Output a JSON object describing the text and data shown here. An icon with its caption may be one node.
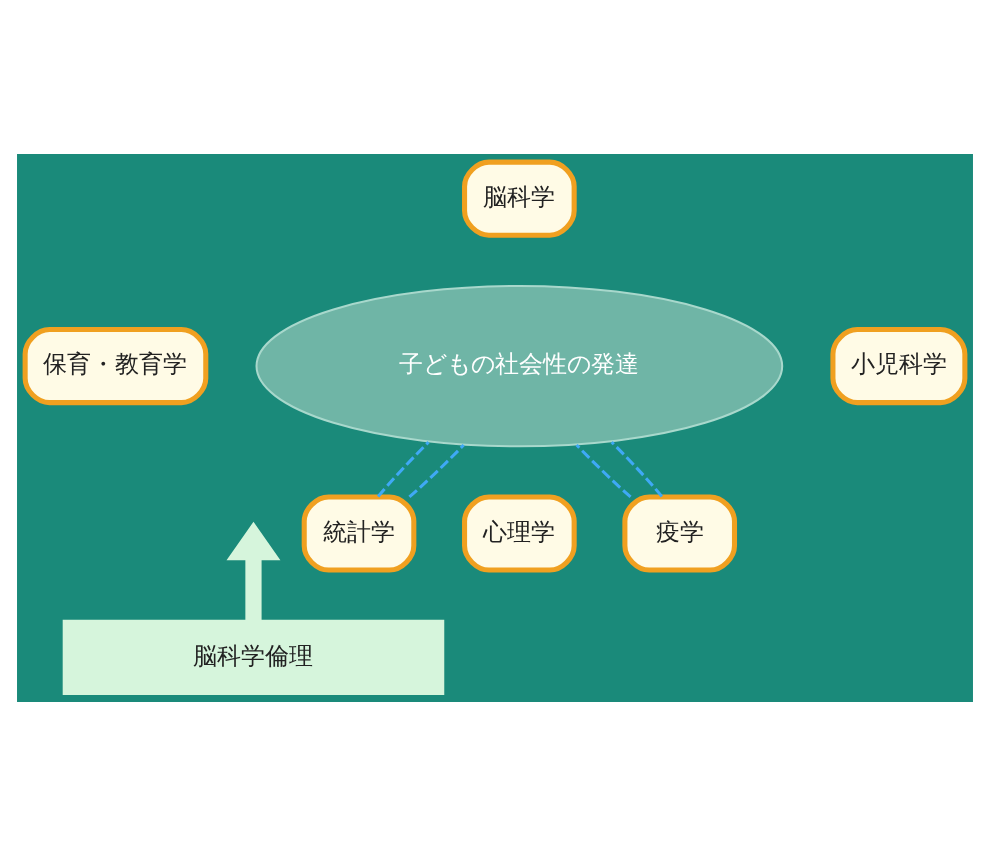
{
  "diagram": {
    "nodes": [
      {
        "text": [
          "子どもの社会性の発達"
        ]
      },
      {
        "text": [
          "脳科学"
        ]
      },
      {
        "text": [
          "保育・教育学"
        ]
      },
      {
        "text": [
          "小児科学"
        ]
      },
      {
        "text": [
          "心理学"
        ]
      },
      {
        "text": [
          "統計学"
        ]
      },
      {
        "text": [
          "疫学"
        ]
      },
      {
        "text": [
          "脳科学倫理"
        ]
      }
    ],
    "edges": [
      {
        "from": 5,
        "to": 0,
        "arrow": "none",
        "style": "dashed",
        "color": "#3fa9f5"
      },
      {
        "from": 5,
        "to": 0,
        "arrow": "none",
        "style": "dashed",
        "color": "#3fa9f5"
      },
      {
        "from": 6,
        "to": 0,
        "arrow": "none",
        "style": "dashed",
        "color": "#3fa9f5"
      },
      {
        "from": 6,
        "to": 0,
        "arrow": "none",
        "style": "dashed",
        "color": "#3fa9f5"
      },
      {
        "from": 7,
        "to": null,
        "arrow": "to",
        "style": "thick",
        "color": "#d6f5dc"
      }
    ]
  }
}
